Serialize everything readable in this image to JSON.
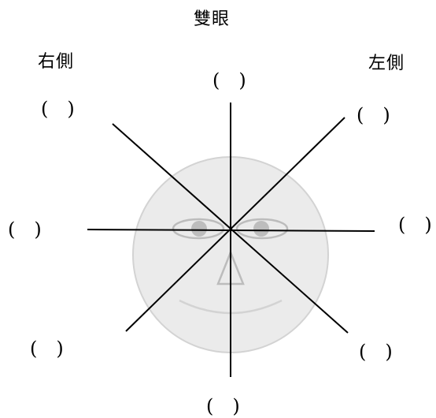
{
  "title": "雙眼",
  "side_labels": {
    "right": "右側",
    "left": "左側"
  },
  "blank": "(　)",
  "colors": {
    "face_fill": "#ebebeb",
    "face_stroke": "#d3d3d3",
    "feature_stroke": "#bcbcbc",
    "pupil": "#bdbdbd",
    "line": "#000000"
  },
  "icons": {
    "face": "face-icon",
    "eyes": "eye-icon",
    "nose": "nose-icon",
    "mouth": "mouth-icon"
  }
}
